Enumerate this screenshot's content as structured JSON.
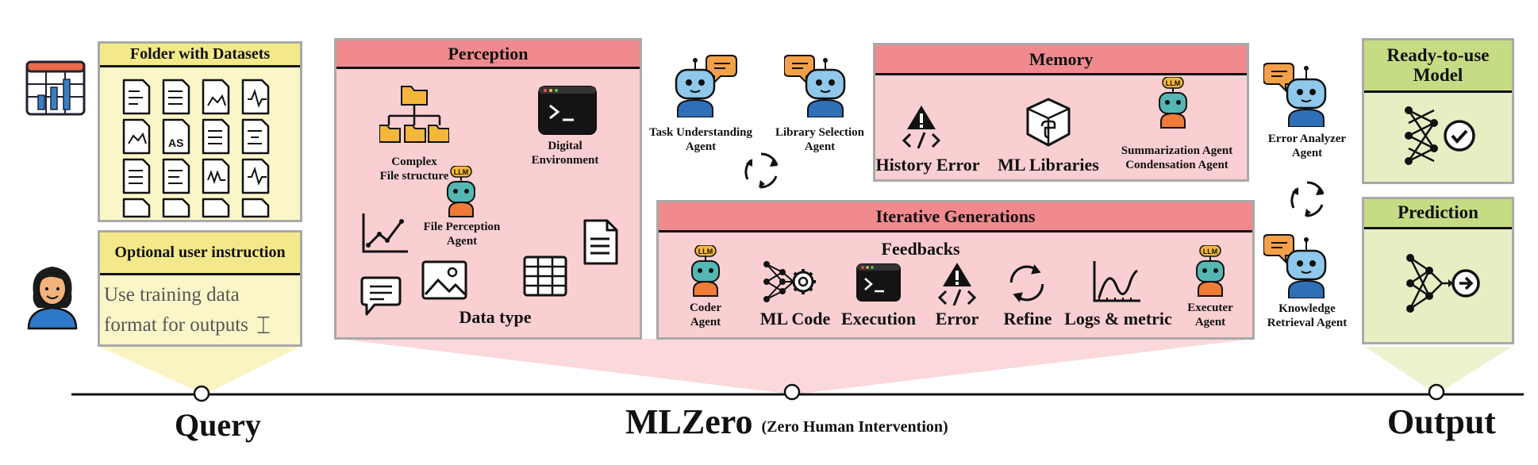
{
  "query": {
    "folder_title": "Folder with Datasets",
    "file_glyph_text": "AS",
    "instruction_title": "Optional user instruction",
    "instruction_text_line1": "Use training data",
    "instruction_text_line2": "format for outputs",
    "label": "Query"
  },
  "perception": {
    "title": "Perception",
    "complex_file_label": "Complex\nFile structure",
    "digital_env_label": "Digital\nEnvironment",
    "llm_badge": "LLM",
    "agent_label": "File Perception\nAgent",
    "data_type_label": "Data type"
  },
  "agents_top": {
    "task_understanding": "Task Understanding\nAgent",
    "library_selection": "Library Selection\nAgent"
  },
  "memory": {
    "title": "Memory",
    "history_error": "History Error",
    "ml_libraries": "ML Libraries",
    "summarization_agent": "Summarization Agent\nCondensation Agent"
  },
  "iterative": {
    "title": "Iterative Generations",
    "feedbacks": "Feedbacks",
    "coder_agent": "Coder\nAgent",
    "ml_code": "ML Code",
    "execution": "Execution",
    "error": "Error",
    "refine": "Refine",
    "logs_metric": "Logs & metric",
    "executer_agent": "Executer\nAgent"
  },
  "agents_right": {
    "error_analyzer": "Error Analyzer\nAgent",
    "knowledge_retrieval": "Knowledge\nRetrieval Agent"
  },
  "output": {
    "model_title": "Ready-to-use\nModel",
    "prediction_title": "Prediction",
    "label": "Output"
  },
  "center": {
    "name": "MLZero",
    "subtitle": "(Zero Human Intervention)"
  },
  "colors": {
    "yellow_header": "#f4e98a",
    "yellow_body": "#fbf6c8",
    "pink_header": "#f08a8e",
    "pink_body": "#f9cfd1",
    "green_header": "#c6dc84",
    "green_body": "#e6efc4",
    "robot_blue": "#8fc8ea",
    "robot_teal": "#55b7b3",
    "bubble_orange": "#f2a14a"
  }
}
